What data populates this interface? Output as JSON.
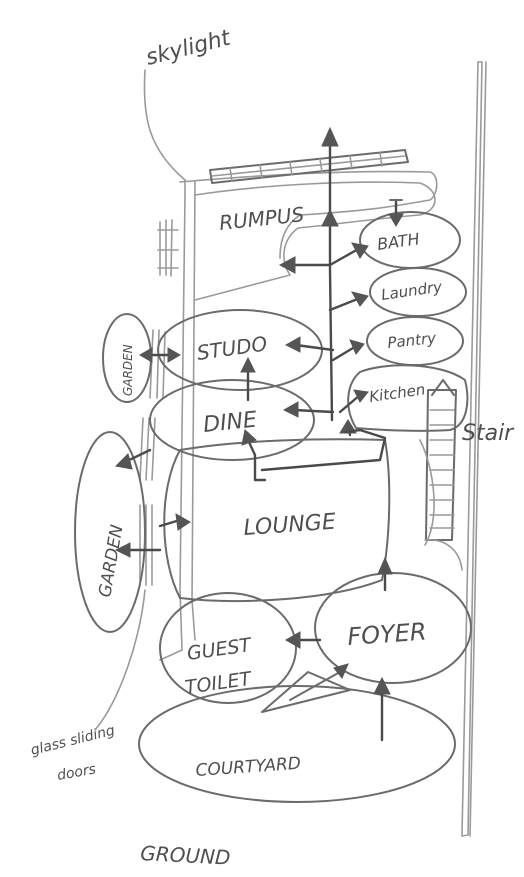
{
  "labels": {
    "skylight": "skylight",
    "rumpus": "RUMPUS",
    "bath": "BATH",
    "laundry": "Laundry",
    "pantry": "Pantry",
    "kitchen": "Kitchen",
    "studio": "STUDO",
    "dine": "DINE",
    "lounge": "LOUNGE",
    "stair": "Stair",
    "garden_upper": "GARDEN",
    "garden_lower": "GARDEN",
    "guest_toilet_1": "GUEST",
    "guest_toilet_2": "TOILET",
    "foyer": "FOYER",
    "courtyard": "COURTYARD",
    "glass_doors_1": "glass sliding",
    "glass_doors_2": "doors",
    "ground": "GROUND"
  }
}
